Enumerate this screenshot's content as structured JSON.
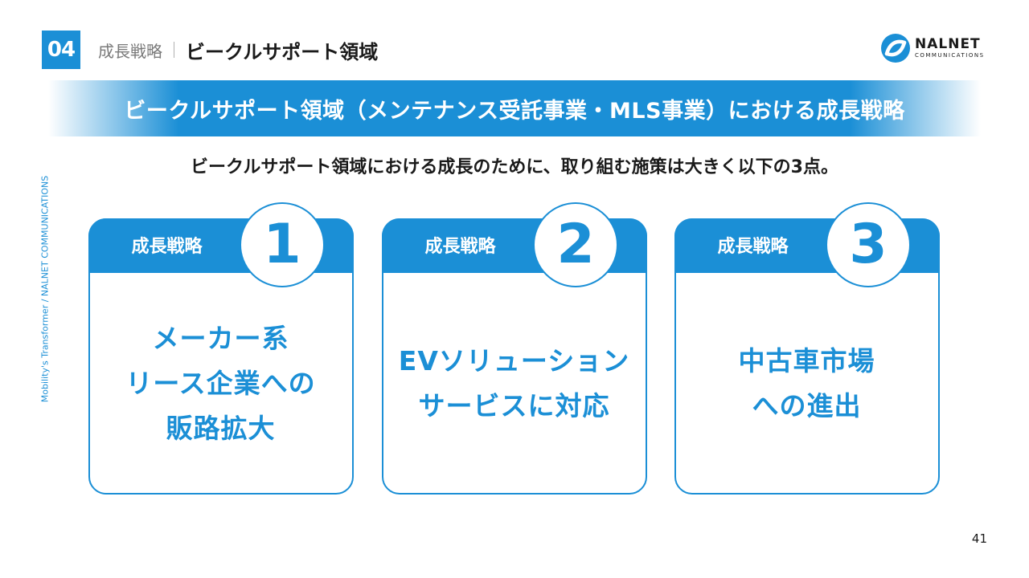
{
  "header": {
    "section_number": "04",
    "breadcrumb_parent": "成長戦略",
    "breadcrumb_current": "ビークルサポート領域"
  },
  "logo": {
    "main": "NALNET",
    "sub": "COMMUNICATIONS",
    "icon": "nalnet-swirl-icon"
  },
  "banner": {
    "title": "ビークルサポート領域（メンテナンス受託事業・MLS事業）における成長戦略"
  },
  "subtitle": "ビークルサポート領域における成長のために、取り組む施策は大きく以下の3点。",
  "side_text": "Mobility's Transformer / NALNET COMMUNICATIONS",
  "cards": [
    {
      "label": "成長戦略",
      "number": "1",
      "lines": [
        "メーカー系",
        "リース企業への",
        "販路拡大"
      ]
    },
    {
      "label": "成長戦略",
      "number": "2",
      "lines": [
        "EVソリューション",
        "サービスに対応"
      ]
    },
    {
      "label": "成長戦略",
      "number": "3",
      "lines": [
        "中古車市場",
        "への進出"
      ]
    }
  ],
  "page_number": "41",
  "colors": {
    "accent": "#1b8fd6",
    "text": "#1a1a1a",
    "muted": "#7a7a7a"
  }
}
